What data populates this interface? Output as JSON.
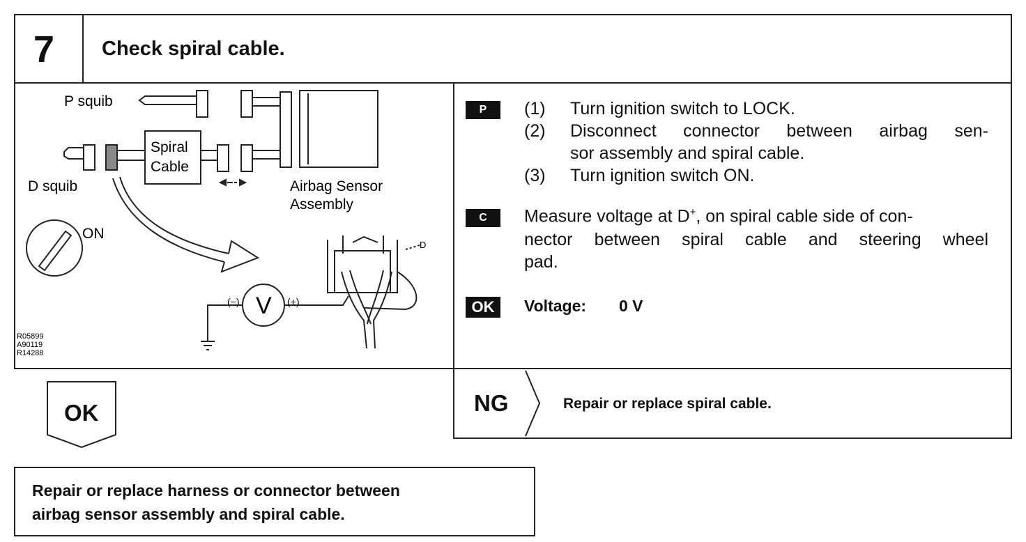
{
  "step": {
    "number": "7",
    "title": "Check spiral cable."
  },
  "diagram": {
    "p_squib": "P squib",
    "d_squib": "D squib",
    "spiral_cable": [
      "Spiral",
      "Cable"
    ],
    "airbag_sensor": [
      "Airbag Sensor",
      "Assembly"
    ],
    "on_label": "ON",
    "d_plus": "D",
    "meter_symbol": "V",
    "minus": "(−)",
    "plus": "(+)",
    "ref_codes": [
      "R05899",
      "A90119",
      "R14288"
    ]
  },
  "procedure": {
    "prep_badge": "P",
    "steps": [
      {
        "num": "(1)",
        "lines": [
          "Turn ignition switch to LOCK."
        ]
      },
      {
        "num": "(2)",
        "lines": [
          "Disconnect connector between airbag sen-",
          "sor assembly and spiral cable."
        ]
      },
      {
        "num": "(3)",
        "lines": [
          "Turn ignition switch ON."
        ]
      }
    ],
    "check_badge": "C",
    "check_lines": [
      "Measure voltage at D",
      "+",
      ", on spiral cable side of con-",
      "nector between spiral cable and steering wheel",
      "pad."
    ],
    "ok_badge": "OK",
    "ok_label": "Voltage:",
    "ok_value": "0 V"
  },
  "ng": {
    "label": "NG",
    "action": "Repair or replace spiral cable."
  },
  "ok_branch": {
    "label": "OK"
  },
  "final": {
    "lines": [
      "Repair or replace harness or connector between",
      "airbag sensor assembly and spiral cable."
    ]
  }
}
